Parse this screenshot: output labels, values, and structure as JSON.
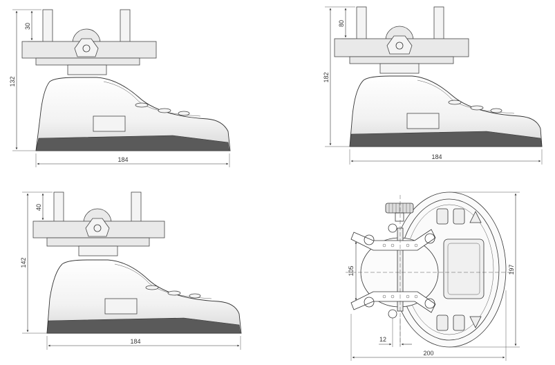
{
  "views": [
    {
      "id": "view-1",
      "height_label": "132",
      "post_label": "30",
      "width_label": "184"
    },
    {
      "id": "view-2",
      "height_label": "182",
      "post_label": "80",
      "width_label": "184"
    },
    {
      "id": "view-3",
      "height_label": "142",
      "post_label": "40",
      "width_label": "184"
    }
  ],
  "top_view": {
    "width_label": "200",
    "height_label": "197",
    "inner_label": "105",
    "offset_label": "12"
  }
}
